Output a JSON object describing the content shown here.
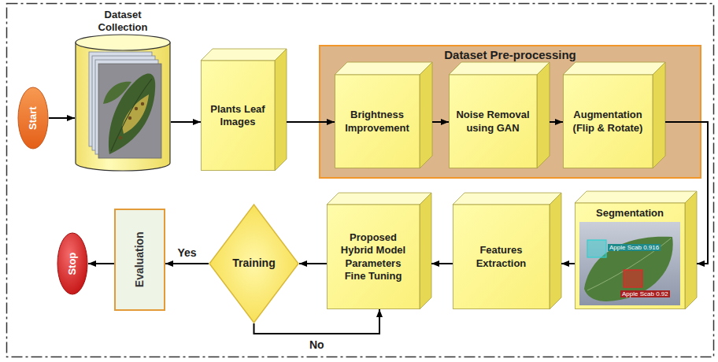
{
  "diagram": {
    "nodes": [
      {
        "text": [
          "Start"
        ]
      },
      {
        "text": [
          "Dataset Collection"
        ]
      },
      {
        "text": [
          "Plants Leaf Images"
        ]
      },
      {
        "text": [
          "Dataset Pre-processing"
        ]
      },
      {
        "text": [
          "Brightness Improvement"
        ],
        "in": 3
      },
      {
        "text": [
          "Noise Removal using GAN"
        ],
        "in": 3
      },
      {
        "text": [
          "Augmentation (Flip & Rotate)"
        ],
        "in": 3
      },
      {
        "text": [
          "Segmentation"
        ]
      },
      {
        "text": [
          "Features Extraction"
        ]
      },
      {
        "text": [
          "Proposed Hybrid Model Parameters Fine Tuning"
        ]
      },
      {
        "text": [
          "Training"
        ]
      },
      {
        "text": [
          "Evaluation"
        ]
      },
      {
        "text": [
          "Stop"
        ]
      }
    ],
    "edges": [
      {
        "from": 0,
        "to": 1,
        "arrow": "to"
      },
      {
        "from": 1,
        "to": 2,
        "arrow": "to"
      },
      {
        "from": 2,
        "to": 4,
        "arrow": "to"
      },
      {
        "from": 4,
        "to": 5,
        "arrow": "to"
      },
      {
        "from": 5,
        "to": 6,
        "arrow": "to"
      },
      {
        "from": 6,
        "to": 7,
        "arrow": "to"
      },
      {
        "from": 7,
        "to": 8,
        "arrow": "to"
      },
      {
        "from": 8,
        "to": 9,
        "arrow": "to"
      },
      {
        "from": 9,
        "to": 10,
        "arrow": "to"
      },
      {
        "from": 10,
        "to": 11,
        "label": "Yes",
        "arrow": "to"
      },
      {
        "from": 10,
        "to": 9,
        "label": "No",
        "arrow": "to"
      },
      {
        "from": 11,
        "to": 12,
        "arrow": "to"
      }
    ],
    "labels": [
      "Apple Scab 0.916",
      "Apple Scab 0.92"
    ]
  }
}
